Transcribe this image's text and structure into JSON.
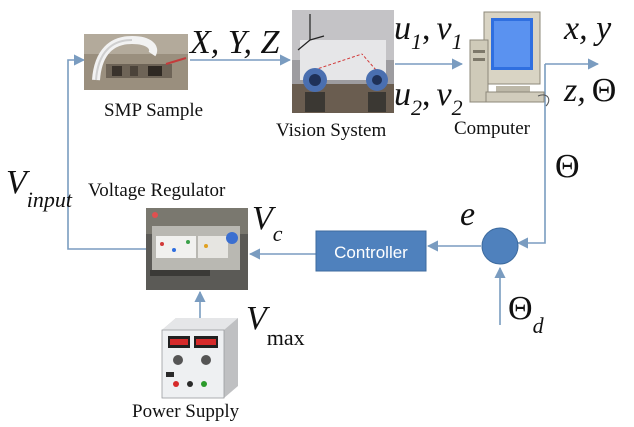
{
  "colors": {
    "line": "#7a9cc0",
    "controller_fill": "#4f81bd",
    "controller_stroke": "#3c6a9e",
    "summer_fill": "#4f81bd",
    "monitor_screen": "#2f6fe0"
  },
  "blocks": {
    "smp_sample": {
      "caption": "SMP Sample"
    },
    "vision_system": {
      "caption": "Vision System"
    },
    "computer": {
      "caption": "Computer"
    },
    "voltage_regulator": {
      "caption": "Voltage Regulator"
    },
    "power_supply": {
      "caption": "Power Supply"
    },
    "controller": {
      "label": "Controller"
    }
  },
  "signals": {
    "xyz": "X, Y, Z",
    "u1": "u",
    "u1_sub": "1",
    "v1": "v",
    "v1_sub": "1",
    "u2": "u",
    "u2_sub": "2",
    "v2": "v",
    "v2_sub": "2",
    "sep": ",",
    "xy": "x, y",
    "z_theta_z": "z,",
    "z_theta_theta": "Θ",
    "theta": "Θ",
    "error": "e",
    "theta_d": "Θ",
    "theta_d_sub": "d",
    "vinput": "V",
    "vinput_sub": "input",
    "vc": "V",
    "vc_sub": "c",
    "vmax": "V",
    "vmax_sub": "max"
  }
}
